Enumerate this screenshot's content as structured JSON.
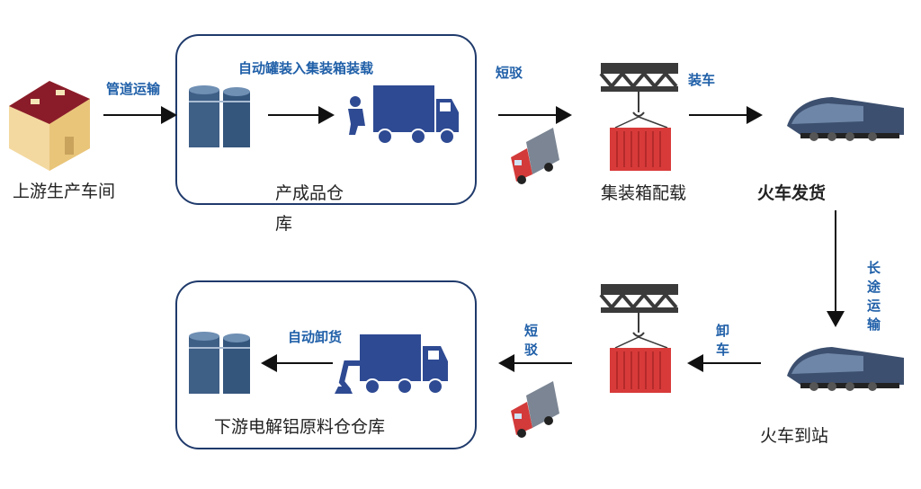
{
  "nodes": {
    "upstream_workshop": "上游生产车间",
    "warehouse_line1": "产成品仓",
    "warehouse_line2": "库",
    "container_loading": "集装箱配载",
    "train_dispatch": "火车发货",
    "train_arrival": "火车到站",
    "downstream_warehouse": "下游电解铝原料仓仓库"
  },
  "edges": {
    "pipeline": "管道运输",
    "auto_tank_loading": "自动罐装入集装箱装载",
    "short_haul_top": "短驳",
    "load_train": "装车",
    "long_haul": "长途运输",
    "unload": "卸车",
    "short_haul_bottom": "短驳",
    "auto_unload": "自动卸货"
  },
  "colors": {
    "box_border": "#1f3a6b",
    "truck_blue": "#2e4a93",
    "label_blue": "#1f5fa8",
    "container_red": "#d83a3a",
    "crane_dark": "#3a3a3a"
  }
}
